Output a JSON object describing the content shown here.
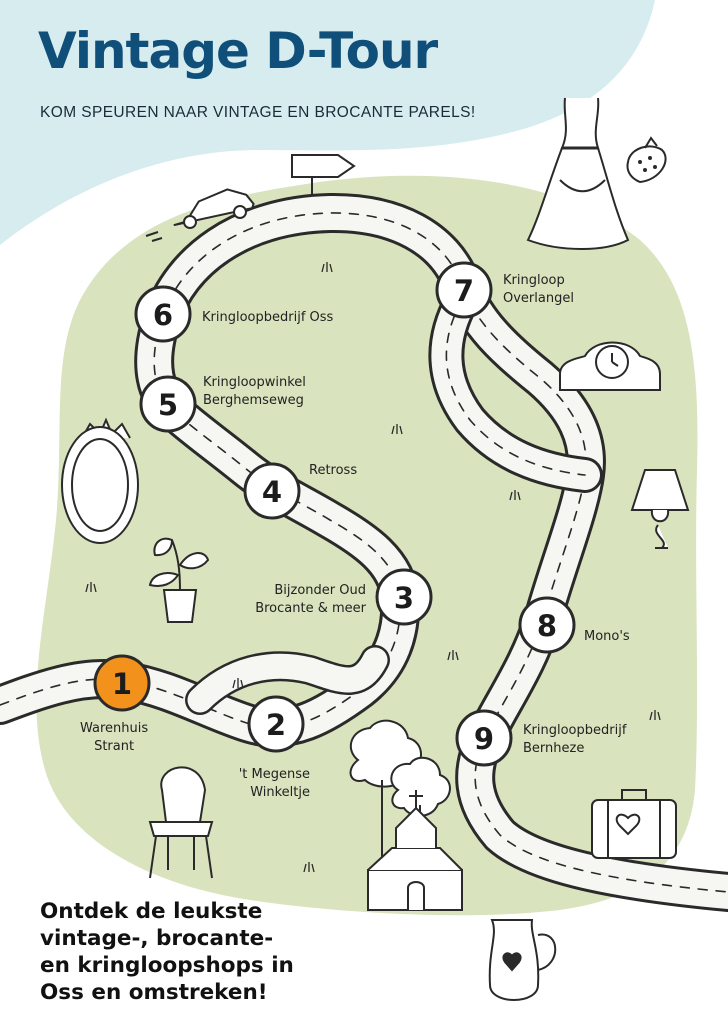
{
  "header": {
    "title": "Vintage D-Tour",
    "subtitle": "KOM SPEUREN NAAR VINTAGE EN BROCANTE PARELS!"
  },
  "colors": {
    "title_blue": "#0f4f7a",
    "sky_blue": "#d6ecef",
    "map_green": "#d9e3be",
    "road": "#f6f6f3",
    "outline": "#2a2a2a",
    "highlight_orange": "#f2921d"
  },
  "stops": [
    {
      "number": "1",
      "lines": [
        "Warenhuis",
        "Strant"
      ],
      "highlighted": true
    },
    {
      "number": "2",
      "lines": [
        "'t Megense",
        "Winkeltje"
      ]
    },
    {
      "number": "3",
      "lines": [
        "Bijzonder Oud",
        "Brocante & meer"
      ]
    },
    {
      "number": "4",
      "lines": [
        "Retross"
      ]
    },
    {
      "number": "5",
      "lines": [
        "Kringloopwinkel",
        "Berghemseweg"
      ]
    },
    {
      "number": "6",
      "lines": [
        "Kringloopbedrijf Oss"
      ]
    },
    {
      "number": "7",
      "lines": [
        "Kringloop",
        "Overlangel"
      ]
    },
    {
      "number": "8",
      "lines": [
        "Mono's"
      ]
    },
    {
      "number": "9",
      "lines": [
        "Kringloopbedrijf",
        "Bernheze"
      ]
    }
  ],
  "tagline": [
    "Ontdek de leukste",
    "vintage-, brocante-",
    "en kringloopshops in",
    "Oss en omstreken!"
  ],
  "illustrations": [
    "dress-icon",
    "strawberry-icon",
    "car-icon",
    "signpost-icon",
    "clock-icon",
    "mirror-icon",
    "plant-icon",
    "lamp-icon",
    "chair-icon",
    "church-trees-icon",
    "suitcase-icon",
    "jug-icon"
  ]
}
